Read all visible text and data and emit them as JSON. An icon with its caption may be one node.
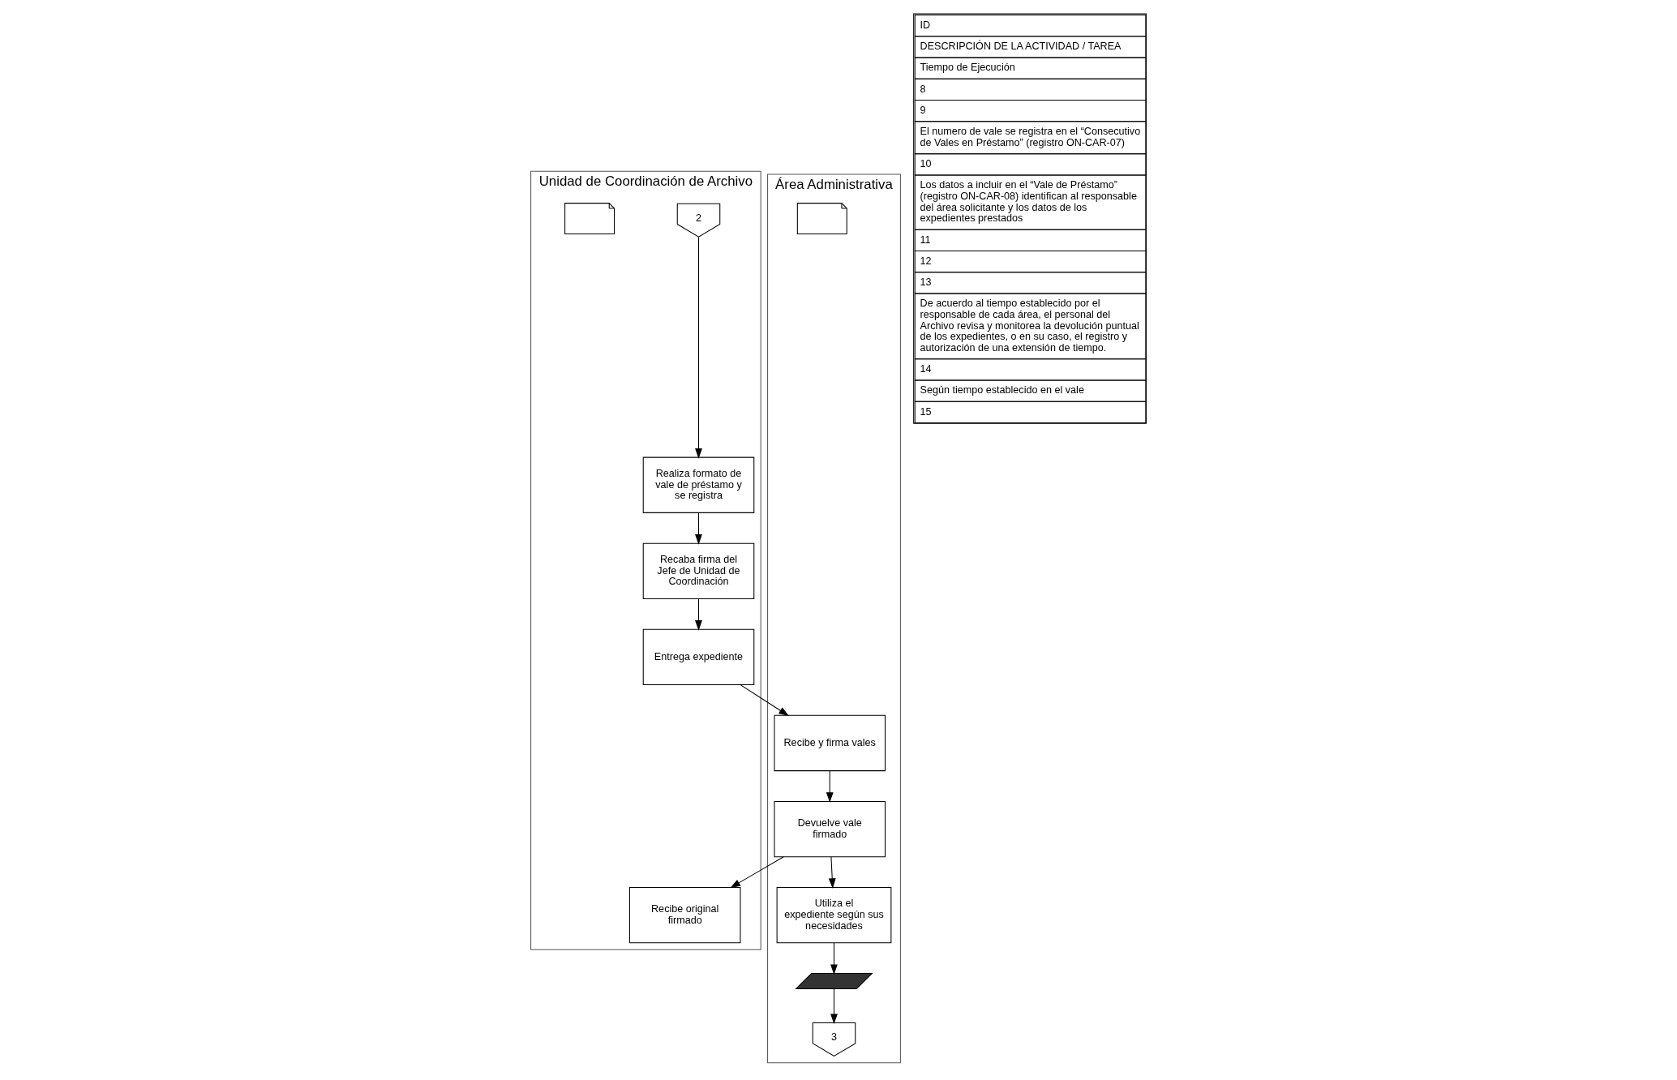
{
  "diagram": {
    "nodes": [
      {
        "text": [
          "Unidad de Coordinación de Archivo"
        ]
      },
      {
        "text": [
          "Área Administrativa"
        ]
      },
      {
        "text": [
          "2"
        ],
        "in": 0
      },
      {
        "text": [
          "Realiza formato de vale de préstamo y se registra"
        ],
        "in": 0
      },
      {
        "text": [
          "Recaba firma del Jefe de Unidad de Coordinación"
        ],
        "in": 0
      },
      {
        "text": [
          "Entrega expediente"
        ],
        "in": 0
      },
      {
        "text": [
          "Recibe y firma vales"
        ],
        "in": 1
      },
      {
        "text": [],
        "shape": "document",
        "in": 1
      },
      {
        "text": [
          "Devuelve vale firmado"
        ],
        "in": 1
      },
      {
        "text": [
          "Recibe original firmado"
        ],
        "in": 0
      },
      {
        "text": [],
        "shape": "document",
        "in": 0
      },
      {
        "text": [
          "Utiliza el expediente según sus necesidades"
        ],
        "in": 1
      },
      {
        "text": [],
        "shape": "bar",
        "in": 1
      },
      {
        "text": [
          "3"
        ],
        "in": 1
      }
    ],
    "edges": [
      {
        "from": 2,
        "to": 3,
        "arrow": "to"
      },
      {
        "from": 3,
        "to": 4,
        "arrow": "to"
      },
      {
        "from": 4,
        "to": 5,
        "arrow": "to"
      },
      {
        "from": 5,
        "to": 6,
        "arrow": "to"
      },
      {
        "from": 6,
        "to": 8,
        "arrow": "to"
      },
      {
        "from": 8,
        "to": 9,
        "arrow": "to"
      },
      {
        "from": 8,
        "to": 11,
        "arrow": "to"
      },
      {
        "from": 11,
        "to": 12,
        "arrow": "to"
      },
      {
        "from": 12,
        "to": 13,
        "arrow": "to"
      }
    ],
    "labels": [
      "ID",
      "DESCRIPCIÓN DE LA ACTIVIDAD / TAREA",
      "Tiempo de Ejecución",
      "8",
      "9",
      "El numero de vale se registra en el “Consecutivo de Vales en Préstamo” (registro ON-CAR-07)",
      "10",
      "Los datos a incluir en el “Vale de Préstamo” (registro ON-CAR-08) identifican al responsable del área solicitante y los datos de los expedientes prestados",
      "11",
      "12",
      "13",
      "De acuerdo al tiempo establecido por el responsable de cada área, el personal del Archivo revisa y monitorea la devolución puntual de los expedientes, o en su caso, el registro y autorización de una extensión de tiempo.",
      "14",
      "Según tiempo establecido en el vale",
      "15"
    ]
  }
}
